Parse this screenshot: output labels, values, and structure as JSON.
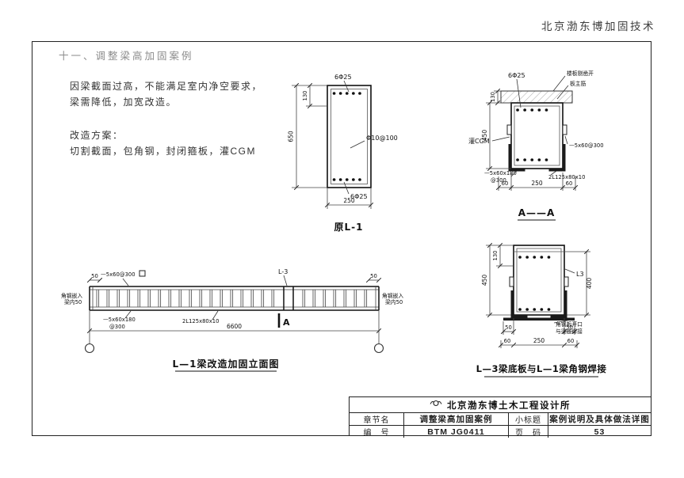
{
  "colors": {
    "ink": "#222222",
    "muted_heading": "#8c8c8c"
  },
  "header": {
    "brand": "北京渤东博加固技术"
  },
  "page": {
    "section_heading": "十一、调整梁高加固案例"
  },
  "intro": {
    "line1": "因梁截面过高，不能满足室内净空要求，",
    "line2": "梁需降低，加宽改造。",
    "plan_heading": "改造方案：",
    "plan_body": "切割截面，包角钢，封闭箍板，灌CGM"
  },
  "original": {
    "title": "原L-1",
    "top_rebar": "6Φ25",
    "bottom_rebar": "6Φ25",
    "stirrup": "Φ10@100",
    "dim_height": "650",
    "dim_top": "130",
    "dim_width": "250"
  },
  "section_aa": {
    "title": "A——A",
    "rebar": "6Φ25",
    "slab_note1": "楼板剔凿开",
    "slab_note2": "板主筋",
    "grout": "灌CGM",
    "side_plate": "—5x60@300",
    "batten1": "—5x60x180",
    "batten2": "@300",
    "angle": "2L125x80x10",
    "dim_130": "130",
    "dim_450": "450",
    "dim_60a": "60",
    "dim_250": "250",
    "dim_60b": "60"
  },
  "section_l3": {
    "title": "L—3梁底板与L—1梁角钢焊接",
    "beam_mark": "L3",
    "dim_130": "130",
    "dim_450": "450",
    "dim_400": "400",
    "dim_50a": "50",
    "dim_50b": "50",
    "dim_60a": "60",
    "dim_250": "250",
    "dim_60b": "60",
    "weld_note1": "角钢板开口",
    "weld_note2": "与梁底焊接"
  },
  "elevation": {
    "title": "L—1梁改造加固立面图",
    "side_plate": "—5x60@300",
    "beam_mark": "L-3",
    "batten1": "—5x60x180",
    "batten2": "@300",
    "angle": "2L125x80x10",
    "dim_50a": "50",
    "dim_50b": "50",
    "dim_total": "6600",
    "embed_left1": "角钢嵌入",
    "embed_left2": "梁内50",
    "embed_right1": "角钢嵌入",
    "embed_right2": "梁内50",
    "section_mark": "A"
  },
  "title_block": {
    "institute": "北京渤东博土木工程设计所",
    "chapter_label": "章节名",
    "chapter_value": "调整梁高加固案例",
    "subtitle_label": "小标题",
    "subtitle_value": "案例说明及具体做法详图",
    "number_label": "编　号",
    "number_value": "BTM JG0411",
    "pagenum_label": "页　码",
    "pagenum_value": "53"
  }
}
